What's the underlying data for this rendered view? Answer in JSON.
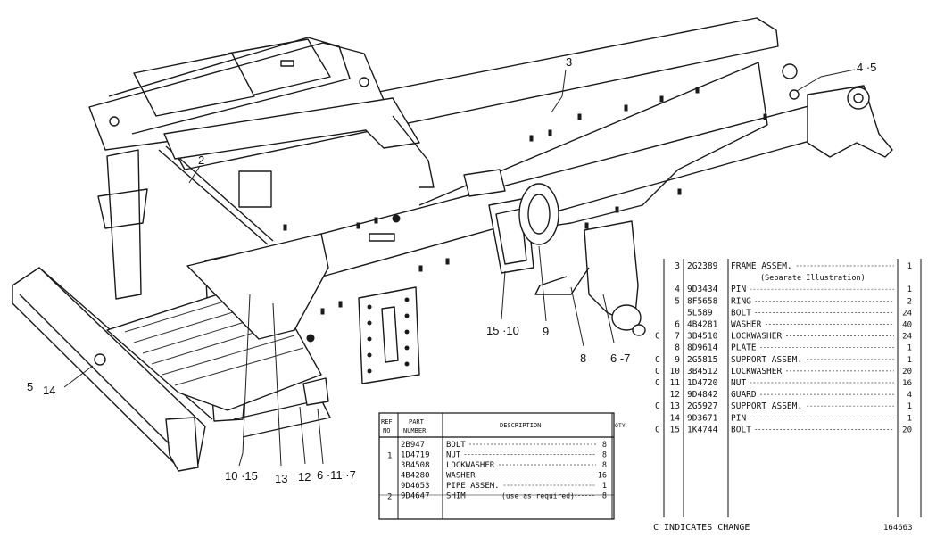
{
  "callouts": {
    "c3": "3",
    "c45": "4 ·5",
    "c2": "2",
    "c5": "5",
    "c14": "14",
    "c1015a": "10 ·15",
    "c13": "13",
    "c12": "12",
    "c6117": "6 ·11 ·7",
    "c1510": "15 ·10",
    "c9": "9",
    "c8": "8",
    "c67": "6 -7"
  },
  "left_table": {
    "head_ref": "REF",
    "head_no": "NO",
    "head_part": "PART",
    "head_number": "NUMBER",
    "head_desc": "DESCRIPTION",
    "head_qty": "QTY",
    "rows": [
      {
        "ref": "",
        "part": "2B947",
        "desc": "BOLT",
        "qty": "8"
      },
      {
        "ref": "1",
        "part": "1D4719",
        "desc": "NUT",
        "qty": "8"
      },
      {
        "ref": "",
        "part": "3B4508",
        "desc": "LOCKWASHER",
        "qty": "8"
      },
      {
        "ref": "",
        "part": "4B4280",
        "desc": "WASHER",
        "qty": "16"
      },
      {
        "ref": "",
        "part": "9D4653",
        "desc": "PIPE ASSEM.",
        "qty": "1"
      },
      {
        "ref": "2",
        "part": "9D4647",
        "desc": "SHIM",
        "note": "(use as required)",
        "qty": "8"
      }
    ]
  },
  "right_table": {
    "rows": [
      {
        "c": "",
        "ref": "3",
        "part": "2G2389",
        "desc": "FRAME ASSEM.",
        "qty": "1"
      },
      {
        "c": "",
        "ref": "",
        "part": "",
        "desc": "(Separate Illustration)",
        "qty": ""
      },
      {
        "c": "",
        "ref": "4",
        "part": "9D3434",
        "desc": "PIN",
        "qty": "1"
      },
      {
        "c": "",
        "ref": "5",
        "part": "8F5658",
        "desc": "RING",
        "qty": "2"
      },
      {
        "c": "",
        "ref": "",
        "part": "5L589",
        "desc": "BOLT",
        "qty": "24"
      },
      {
        "c": "",
        "ref": "6",
        "part": "4B4281",
        "desc": "WASHER",
        "qty": "40"
      },
      {
        "c": "C",
        "ref": "7",
        "part": "3B4510",
        "desc": "LOCKWASHER",
        "qty": "24"
      },
      {
        "c": "",
        "ref": "8",
        "part": "8D9614",
        "desc": "PLATE",
        "qty": "1"
      },
      {
        "c": "C",
        "ref": "9",
        "part": "2G5815",
        "desc": "SUPPORT ASSEM.",
        "qty": "1"
      },
      {
        "c": "C",
        "ref": "10",
        "part": "3B4512",
        "desc": "LOCKWASHER",
        "qty": "20"
      },
      {
        "c": "C",
        "ref": "11",
        "part": "1D4720",
        "desc": "NUT",
        "qty": "16"
      },
      {
        "c": "",
        "ref": "12",
        "part": "9D4842",
        "desc": "GUARD",
        "qty": "4"
      },
      {
        "c": "C",
        "ref": "13",
        "part": "2G5927",
        "desc": "SUPPORT ASSEM.",
        "qty": "1"
      },
      {
        "c": "",
        "ref": "14",
        "part": "9D3671",
        "desc": "PIN",
        "qty": "1"
      },
      {
        "c": "C",
        "ref": "15",
        "part": "1K4744",
        "desc": "BOLT",
        "qty": "20"
      }
    ]
  },
  "footer": {
    "change_note": "C INDICATES CHANGE",
    "figure_number": "164663"
  }
}
